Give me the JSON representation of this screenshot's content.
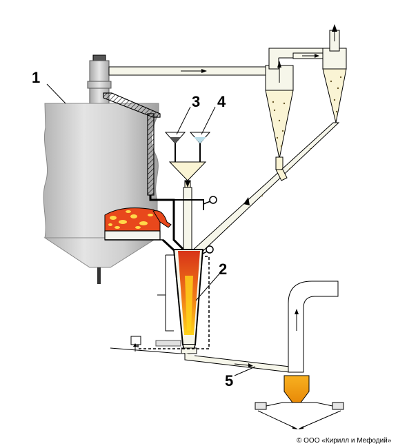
{
  "labels": {
    "l1": "1",
    "l2": "2",
    "l3": "3",
    "l4": "4",
    "l5": "5"
  },
  "copyright": "© ООО «Кирилл и Мефодий»",
  "colors": {
    "vessel_fill": "#c8c8c8",
    "vessel_dark": "#9a9a9a",
    "pipe_fill": "#f6f6ea",
    "cone_fill": "#faf4d4",
    "flame_outer": "#e0401a",
    "flame_inner": "#ffd21a",
    "molten": "#e8481c",
    "molten_bubble": "#ffd84a",
    "outline": "#000000",
    "hopper_fill": "#f4a010"
  }
}
